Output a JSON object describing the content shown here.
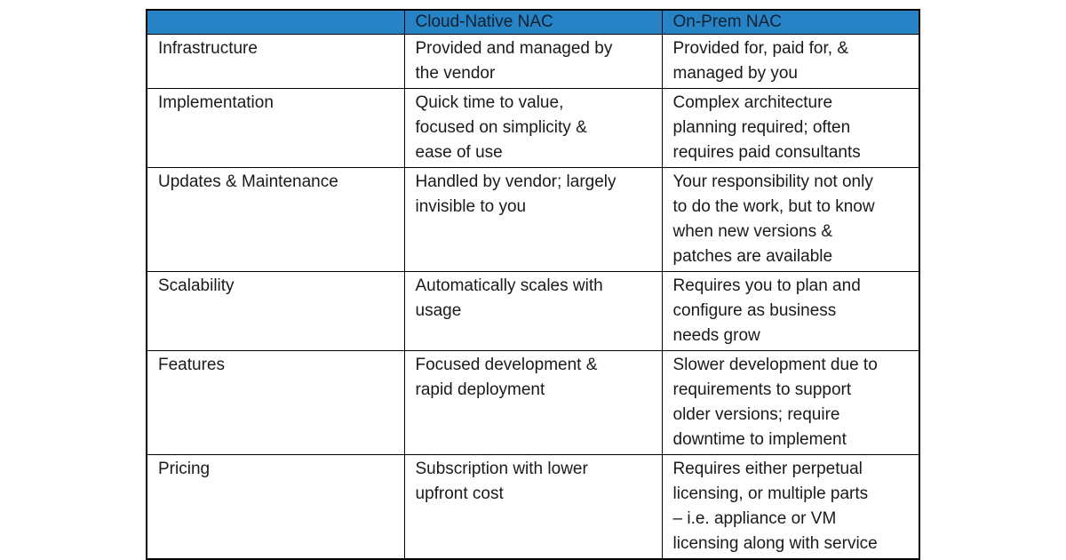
{
  "colors": {
    "header_bg": "#2583C6",
    "border": "#000000",
    "text": "#1a1a1a",
    "page_bg": "#ffffff"
  },
  "table": {
    "headers": [
      "",
      "Cloud-Native NAC",
      "On-Prem NAC"
    ],
    "rows": [
      {
        "feature": "Infrastructure",
        "cloud": "Provided and managed by\nthe vendor",
        "onprem": "Provided for, paid for, &\nmanaged by you"
      },
      {
        "feature": "Implementation",
        "cloud": "Quick time to value,\nfocused on simplicity &\nease of use",
        "onprem": "Complex architecture\nplanning required; often\nrequires paid consultants"
      },
      {
        "feature": "Updates & Maintenance",
        "cloud": "Handled by vendor; largely\ninvisible to you",
        "onprem": "Your responsibility not only\nto do the work, but to know\nwhen new versions &\npatches are available"
      },
      {
        "feature": "Scalability",
        "cloud": "Automatically scales with\nusage",
        "onprem": "Requires you to plan and\nconfigure as business\nneeds grow"
      },
      {
        "feature": "Features",
        "cloud": "Focused development &\nrapid deployment",
        "onprem": "Slower development due to\nrequirements to support\nolder versions; require\ndowntime to implement"
      },
      {
        "feature": "Pricing",
        "cloud": "Subscription with lower\nupfront cost",
        "onprem": "Requires either perpetual\nlicensing, or multiple parts\n– i.e. appliance or VM\nlicensing along with service"
      }
    ]
  }
}
